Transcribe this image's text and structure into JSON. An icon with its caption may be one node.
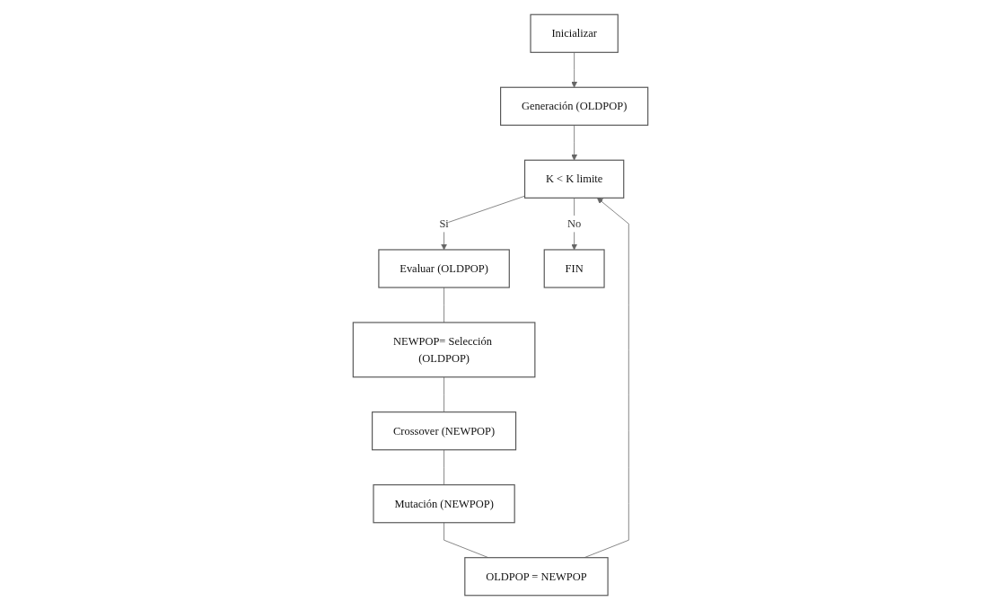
{
  "diagram": {
    "nodes": [
      {
        "text": [
          "Inicializar"
        ]
      },
      {
        "text": [
          "Generación (OLDPOP)"
        ]
      },
      {
        "text": [
          "K < K limite"
        ]
      },
      {
        "text": [
          "Evaluar (OLDPOP)"
        ]
      },
      {
        "text": [
          "NEWPOP= Selección (OLDPOP)"
        ]
      },
      {
        "text": [
          "Crossover (NEWPOP)"
        ]
      },
      {
        "text": [
          "FIN"
        ]
      },
      {
        "text": [
          "Mutación (NEWPOP)"
        ]
      },
      {
        "text": [
          "OLDPOP = NEWPOP"
        ]
      }
    ],
    "edges": [
      {
        "from": 0,
        "to": 1,
        "arrow": "to"
      },
      {
        "from": 1,
        "to": 2,
        "arrow": "to"
      },
      {
        "from": 2,
        "to": 6,
        "arrow": "to",
        "label": "No"
      },
      {
        "from": 2,
        "to": 3,
        "arrow": "to",
        "label": "Si"
      },
      {
        "from": 3,
        "to": 4,
        "arrow": "none"
      },
      {
        "from": 4,
        "to": 5,
        "arrow": "none"
      },
      {
        "from": 5,
        "to": 7,
        "arrow": "none"
      },
      {
        "from": 7,
        "to": 8,
        "arrow": "none"
      },
      {
        "from": 8,
        "to": 2,
        "arrow": "to"
      }
    ]
  }
}
